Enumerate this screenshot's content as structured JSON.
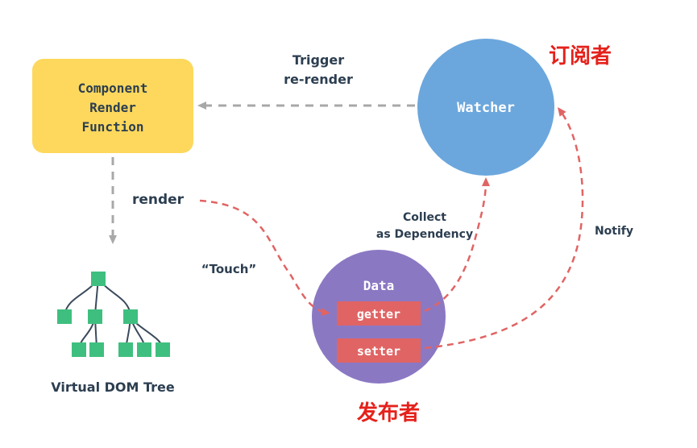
{
  "component": {
    "lines": [
      "Component",
      "Render",
      "Function"
    ],
    "color": "#fdd85d"
  },
  "watcher": {
    "label": "Watcher",
    "color": "#6ba7dd",
    "subscriber_label": "订阅者"
  },
  "data": {
    "label": "Data",
    "color": "#8b78c3",
    "getter": "getter",
    "setter": "setter",
    "pill_color": "#e06464",
    "publisher_label": "发布者"
  },
  "vdom": {
    "label": "Virtual DOM Tree",
    "node_color": "#3fbf7f"
  },
  "edges": {
    "trigger": [
      "Trigger",
      "re-render"
    ],
    "render": "render",
    "touch": "“Touch”",
    "collect": [
      "Collect",
      "as Dependency"
    ],
    "notify": "Notify"
  },
  "colors": {
    "dashed_gray": "#a8a8a8",
    "dashed_red": "#e06464",
    "text": "#2c3e50"
  }
}
